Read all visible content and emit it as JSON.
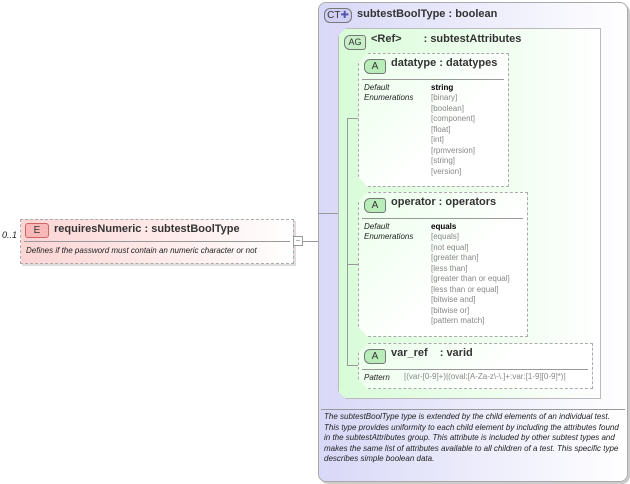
{
  "element": {
    "cardinality": "0..1",
    "badge": "E",
    "name": "requiresNumeric",
    "type": "subtestBoolType",
    "description": "Defines if the password must contain an numeric character or not",
    "collapse": "−"
  },
  "complex_type": {
    "badge": "CT",
    "name": "subtestBoolType",
    "base": "boolean",
    "description": "The subtestBoolType type is extended by the child elements of an individual test.  This type provides uniformity to each child element by including the attributes found in the subtestAttributes group.  This attribute is included by other subtest types and makes the same list of attributes available to all children of a test.  This specific type describes simple boolean data."
  },
  "attribute_group": {
    "badge": "AG",
    "name": "<Ref>",
    "type": "subtestAttributes"
  },
  "attributes": [
    {
      "badge": "A",
      "name": "datatype",
      "type": "datatypes",
      "default_label": "Default",
      "default": "string",
      "enum_label": "Enumerations",
      "enumerations": [
        "[binary]",
        "[boolean]",
        "[component]",
        "[float]",
        "[int]",
        "[rpmversion]",
        "[string]",
        "[version]"
      ]
    },
    {
      "badge": "A",
      "name": "operator",
      "type": "operators",
      "default_label": "Default",
      "default": "equals",
      "enum_label": "Enumerations",
      "enumerations": [
        "[equals]",
        "[not equal]",
        "[greater than]",
        "[less than]",
        "[greater than or equal]",
        "[less than or equal]",
        "[bitwise and]",
        "[bitwise or]",
        "[pattern match]"
      ]
    },
    {
      "badge": "A",
      "name": "var_ref",
      "type": "varid",
      "pattern_label": "Pattern",
      "pattern": "[(var-[0-9]+)|(oval:[A-Za-z\\-\\.]+:var:[1-9][0-9]*)]"
    }
  ],
  "colors": {
    "element_bg": "#fde0e0",
    "ct_bg": "#e6e6fa",
    "ag_bg": "#e6fde6"
  }
}
